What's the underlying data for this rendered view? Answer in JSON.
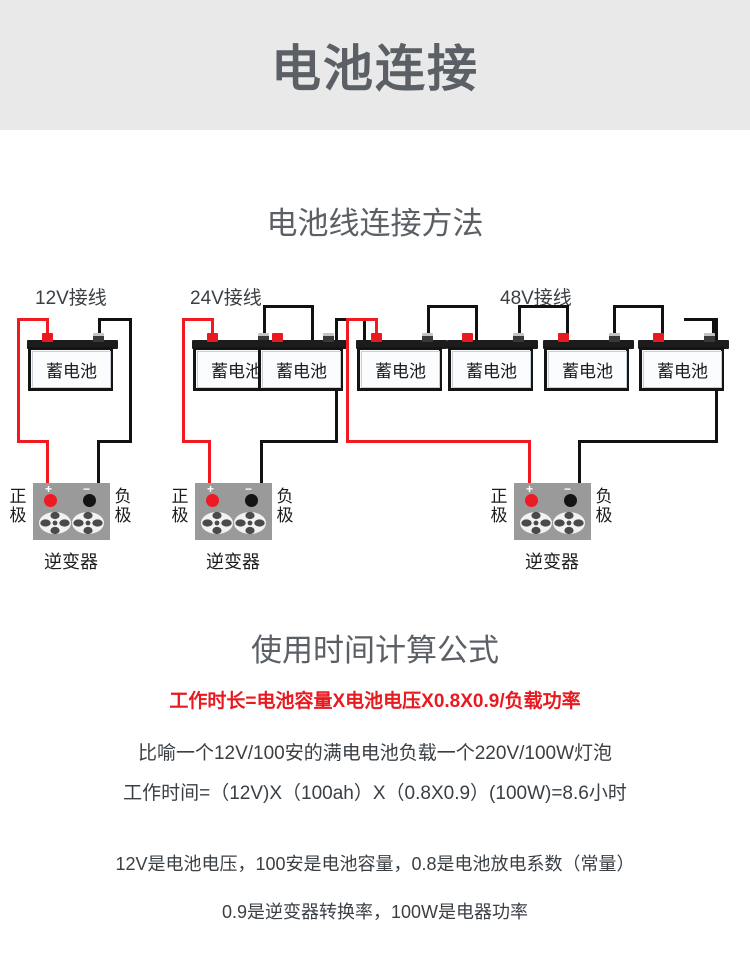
{
  "header": {
    "title": "电池连接"
  },
  "sections": {
    "diagram_title": "电池线连接方法",
    "formula_title": "使用时间计算公式"
  },
  "diagram": {
    "battery_label": "蓄电池",
    "inverter_caption": "逆变器",
    "positive_label": "正极",
    "negative_label": "负极",
    "inverter_plus_sign": "+",
    "inverter_minus_sign": "−",
    "groups": [
      {
        "label": "12V接线",
        "battery_count": 1
      },
      {
        "label": "24V接线",
        "battery_count": 2
      },
      {
        "label": "48V接线",
        "battery_count": 4
      }
    ],
    "colors": {
      "positive_wire": "#f01a20",
      "negative_wire": "#111111",
      "inverter_body": "#9a9a9a",
      "battery_top": "#1c1c1c",
      "positive_terminal": "#e8191f",
      "negative_terminal": "#3a3a3a"
    }
  },
  "formula": {
    "red_formula": "工作时长=电池容量X电池电压X0.8X0.9/负载功率",
    "example_line": "比喻一个12V/100安的满电电池负载一个220V/100W灯泡",
    "calc_line": "工作时间=（12V)X（100ah）X（0.8X0.9）(100W)=8.6小时",
    "note_line_1": "12V是电池电压，100安是电池容量，0.8是电池放电系数（常量）",
    "note_line_2": "0.9是逆变器转换率，100W是电器功率"
  }
}
